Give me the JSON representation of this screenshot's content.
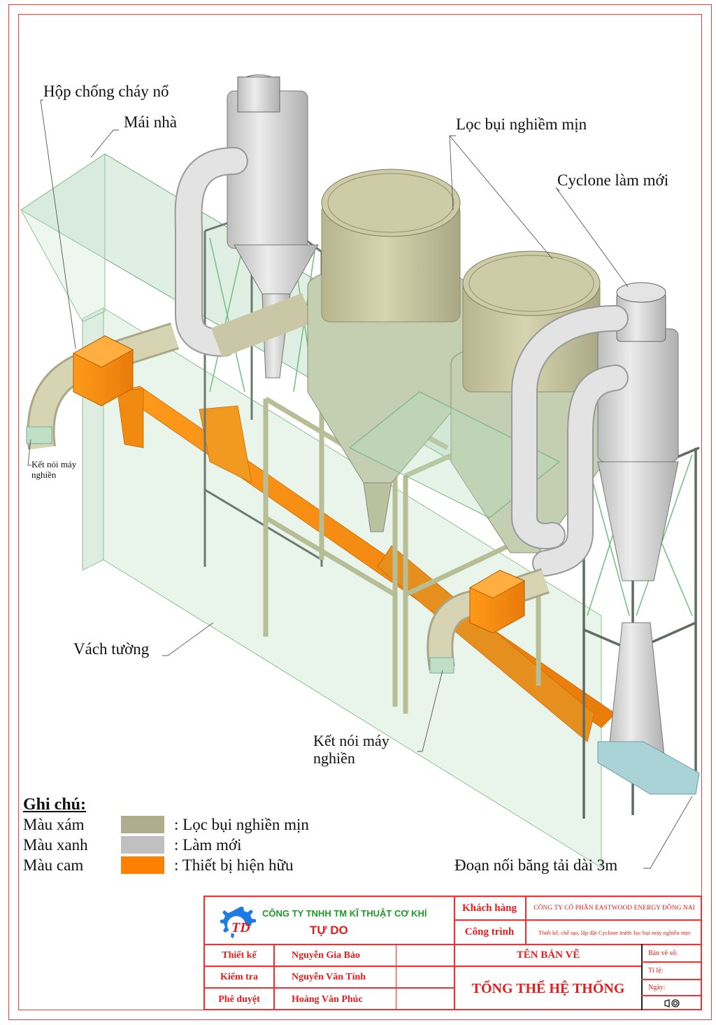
{
  "callouts": {
    "explosion_box": "Hộp chống cháy nổ",
    "roof": "Mái nhà",
    "fine_dust_filter": "Lọc bụi nghiềm mịn",
    "new_cyclone": "Cyclone làm mới",
    "mill_connection_left": "Kết nói máy nghiền",
    "mill_connection_left_line1": "Kết nói máy",
    "mill_connection_left_line2": "nghiền",
    "wall": "Vách tường",
    "mill_connection_center_line1": "Kết nói máy",
    "mill_connection_center_line2": "nghiền",
    "conveyor_segment": "Đoạn nối băng tải dài 3m"
  },
  "legend": {
    "title": "Ghi chú:",
    "items": [
      {
        "name": "Màu xám",
        "color": "#b0ad8e",
        "description": ": Lọc bụi nghiền mịn"
      },
      {
        "name": "Màu xanh",
        "color": "#c0c0c0",
        "description": ": Làm mới"
      },
      {
        "name": "Màu cam",
        "color": "#ff8000",
        "description": ": Thiết bị hiện hữu"
      }
    ]
  },
  "title_block": {
    "company_line1": "CÔNG TY TNHH TM KĨ THUẬT CƠ KHÍ",
    "company_line2": "TỰ DO",
    "logo_text": "TD",
    "customer_label": "Khách hàng",
    "customer_value": "CÔNG TY CỔ PHẦN EASTWOOD ENERGY ĐỒNG NAI",
    "project_label": "Công trình",
    "project_value": "Thiết kế, chế tạo, lắp đặt Cyclone trước lọc bụi máy nghiền mịn",
    "roles": [
      {
        "role": "Thiết kế",
        "person": "Nguyễn Gia Bảo"
      },
      {
        "role": "Kiểm tra",
        "person": "Nguyễn Văn Tính"
      },
      {
        "role": "Phê duyệt",
        "person": "Hoàng Văn Phúc"
      }
    ],
    "drawing_name_label": "TÊN BẢN VẼ",
    "drawing_name": "TỔNG THỂ HỆ THỐNG",
    "drawing_no_label": "Bản vẽ số:",
    "scale_label": "Tỉ lệ:",
    "date_label": "Ngày:",
    "projection_symbol": "first-angle-projection-icon"
  },
  "colors": {
    "frame": "#ff3b3b",
    "filter": "#c8c79f",
    "cyclone": "#d4d4d4",
    "existing": "#f08a10",
    "glass": "#a8d0b0",
    "steel_frame": "#c8cfa8"
  }
}
